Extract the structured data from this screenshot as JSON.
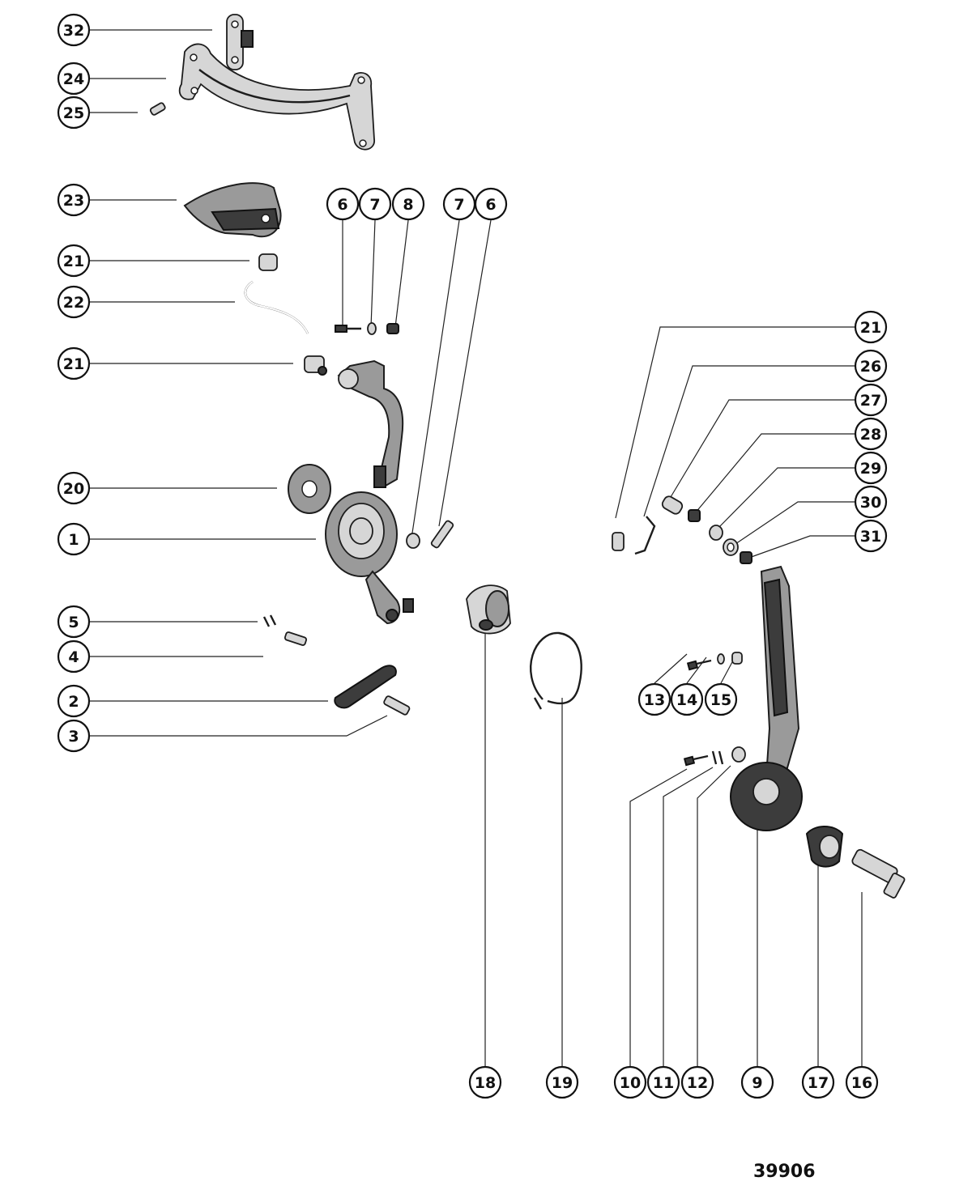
{
  "drawing_number": "39906",
  "callouts": [
    {
      "label": "32"
    },
    {
      "label": "24"
    },
    {
      "label": "25"
    },
    {
      "label": "23"
    },
    {
      "label": "21"
    },
    {
      "label": "22"
    },
    {
      "label": "21"
    },
    {
      "label": "20"
    },
    {
      "label": "1"
    },
    {
      "label": "5"
    },
    {
      "label": "4"
    },
    {
      "label": "2"
    },
    {
      "label": "3"
    },
    {
      "label": "6"
    },
    {
      "label": "7"
    },
    {
      "label": "8"
    },
    {
      "label": "7"
    },
    {
      "label": "6"
    },
    {
      "label": "21"
    },
    {
      "label": "26"
    },
    {
      "label": "27"
    },
    {
      "label": "28"
    },
    {
      "label": "29"
    },
    {
      "label": "30"
    },
    {
      "label": "31"
    },
    {
      "label": "13"
    },
    {
      "label": "14"
    },
    {
      "label": "15"
    },
    {
      "label": "18"
    },
    {
      "label": "19"
    },
    {
      "label": "10"
    },
    {
      "label": "11"
    },
    {
      "label": "12"
    },
    {
      "label": "9"
    },
    {
      "label": "17"
    },
    {
      "label": "16"
    }
  ]
}
